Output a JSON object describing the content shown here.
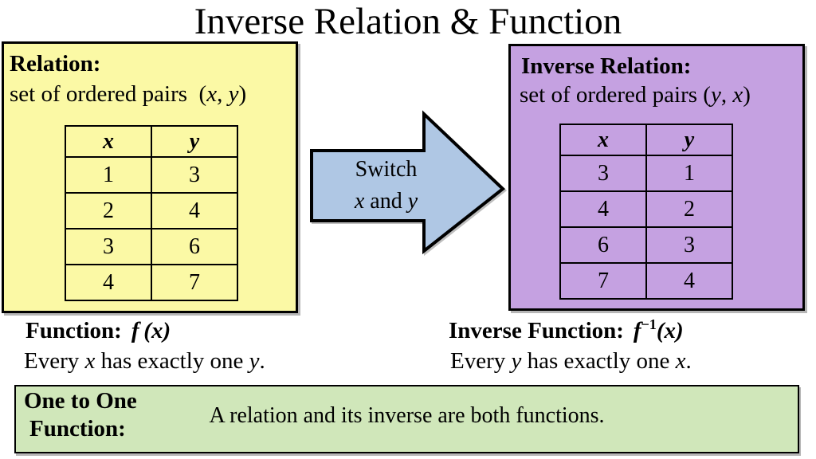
{
  "title": "Inverse Relation & Function",
  "colors": {
    "relation_box_bg": "#FBF9A5",
    "inverse_box_bg": "#C5A1E1",
    "arrow_fill": "#AFC7E4",
    "one_to_one_bg": "#D0E7BA",
    "border": "#000000"
  },
  "relation_box": {
    "heading": "Relation:",
    "subtitle": {
      "prefix": "set of ordered pairs  (",
      "var1": "x",
      "sep": ", ",
      "var2": "y",
      "suffix": ")"
    },
    "table": {
      "headers": [
        "x",
        "y"
      ],
      "rows": [
        [
          "1",
          "3"
        ],
        [
          "2",
          "4"
        ],
        [
          "3",
          "6"
        ],
        [
          "4",
          "7"
        ]
      ]
    }
  },
  "inverse_box": {
    "heading": "Inverse Relation:",
    "subtitle": {
      "prefix": "set of ordered pairs (",
      "var1": "y",
      "sep": ", ",
      "var2": "x",
      "suffix": ")"
    },
    "table": {
      "headers": [
        "x",
        "y"
      ],
      "rows": [
        [
          "3",
          "1"
        ],
        [
          "4",
          "2"
        ],
        [
          "6",
          "3"
        ],
        [
          "7",
          "4"
        ]
      ]
    }
  },
  "arrow": {
    "line1": "Switch",
    "line2": {
      "var1": "x",
      "mid": " and ",
      "var2": "y"
    }
  },
  "function_left": {
    "label": "Function:",
    "notation": "f (x)",
    "line2": {
      "prefix": "Every ",
      "var1": "x",
      "mid": " has exactly one ",
      "var2": "y",
      "suffix": "."
    }
  },
  "function_right": {
    "label": "Inverse Function:",
    "notation_base": "f",
    "notation_sup": "−1",
    "notation_args": "(x)",
    "line2": {
      "prefix": "Every ",
      "var1": "y",
      "mid": " has exactly one ",
      "var2": "x",
      "suffix": "."
    }
  },
  "one_to_one": {
    "heading_line1": "One to One",
    "heading_line2": "Function:",
    "sentence": "A relation and its inverse are both functions."
  }
}
